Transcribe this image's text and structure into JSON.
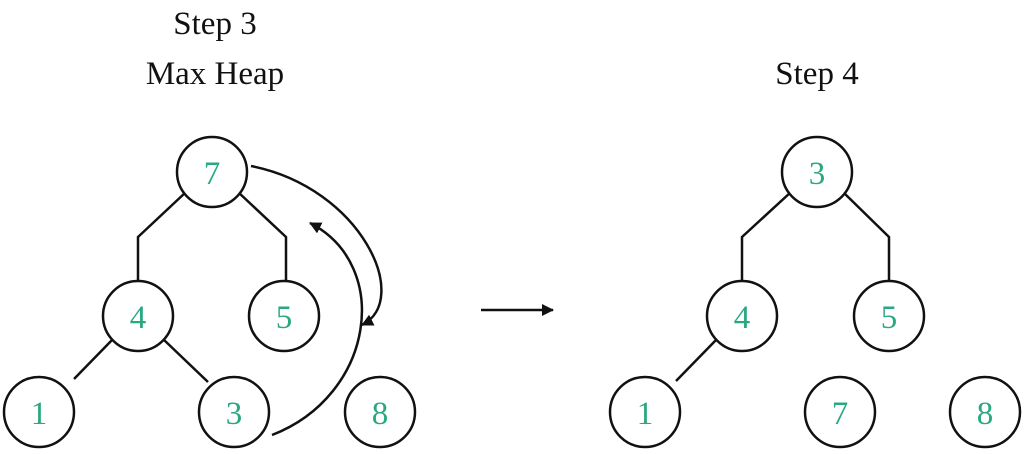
{
  "colors": {
    "node_text": "#2aa882",
    "line": "#111111"
  },
  "panels": {
    "step3": {
      "title_line1": "Step 3",
      "title_line2": "Max Heap",
      "nodes": {
        "root": "7",
        "left": "4",
        "right": "5",
        "left_left": "1",
        "left_right": "3",
        "detached": "8"
      }
    },
    "step4": {
      "title": "Step 4",
      "nodes": {
        "root": "3",
        "left": "4",
        "right": "5",
        "left_left": "1",
        "detached_a": "7",
        "detached_b": "8"
      }
    }
  }
}
